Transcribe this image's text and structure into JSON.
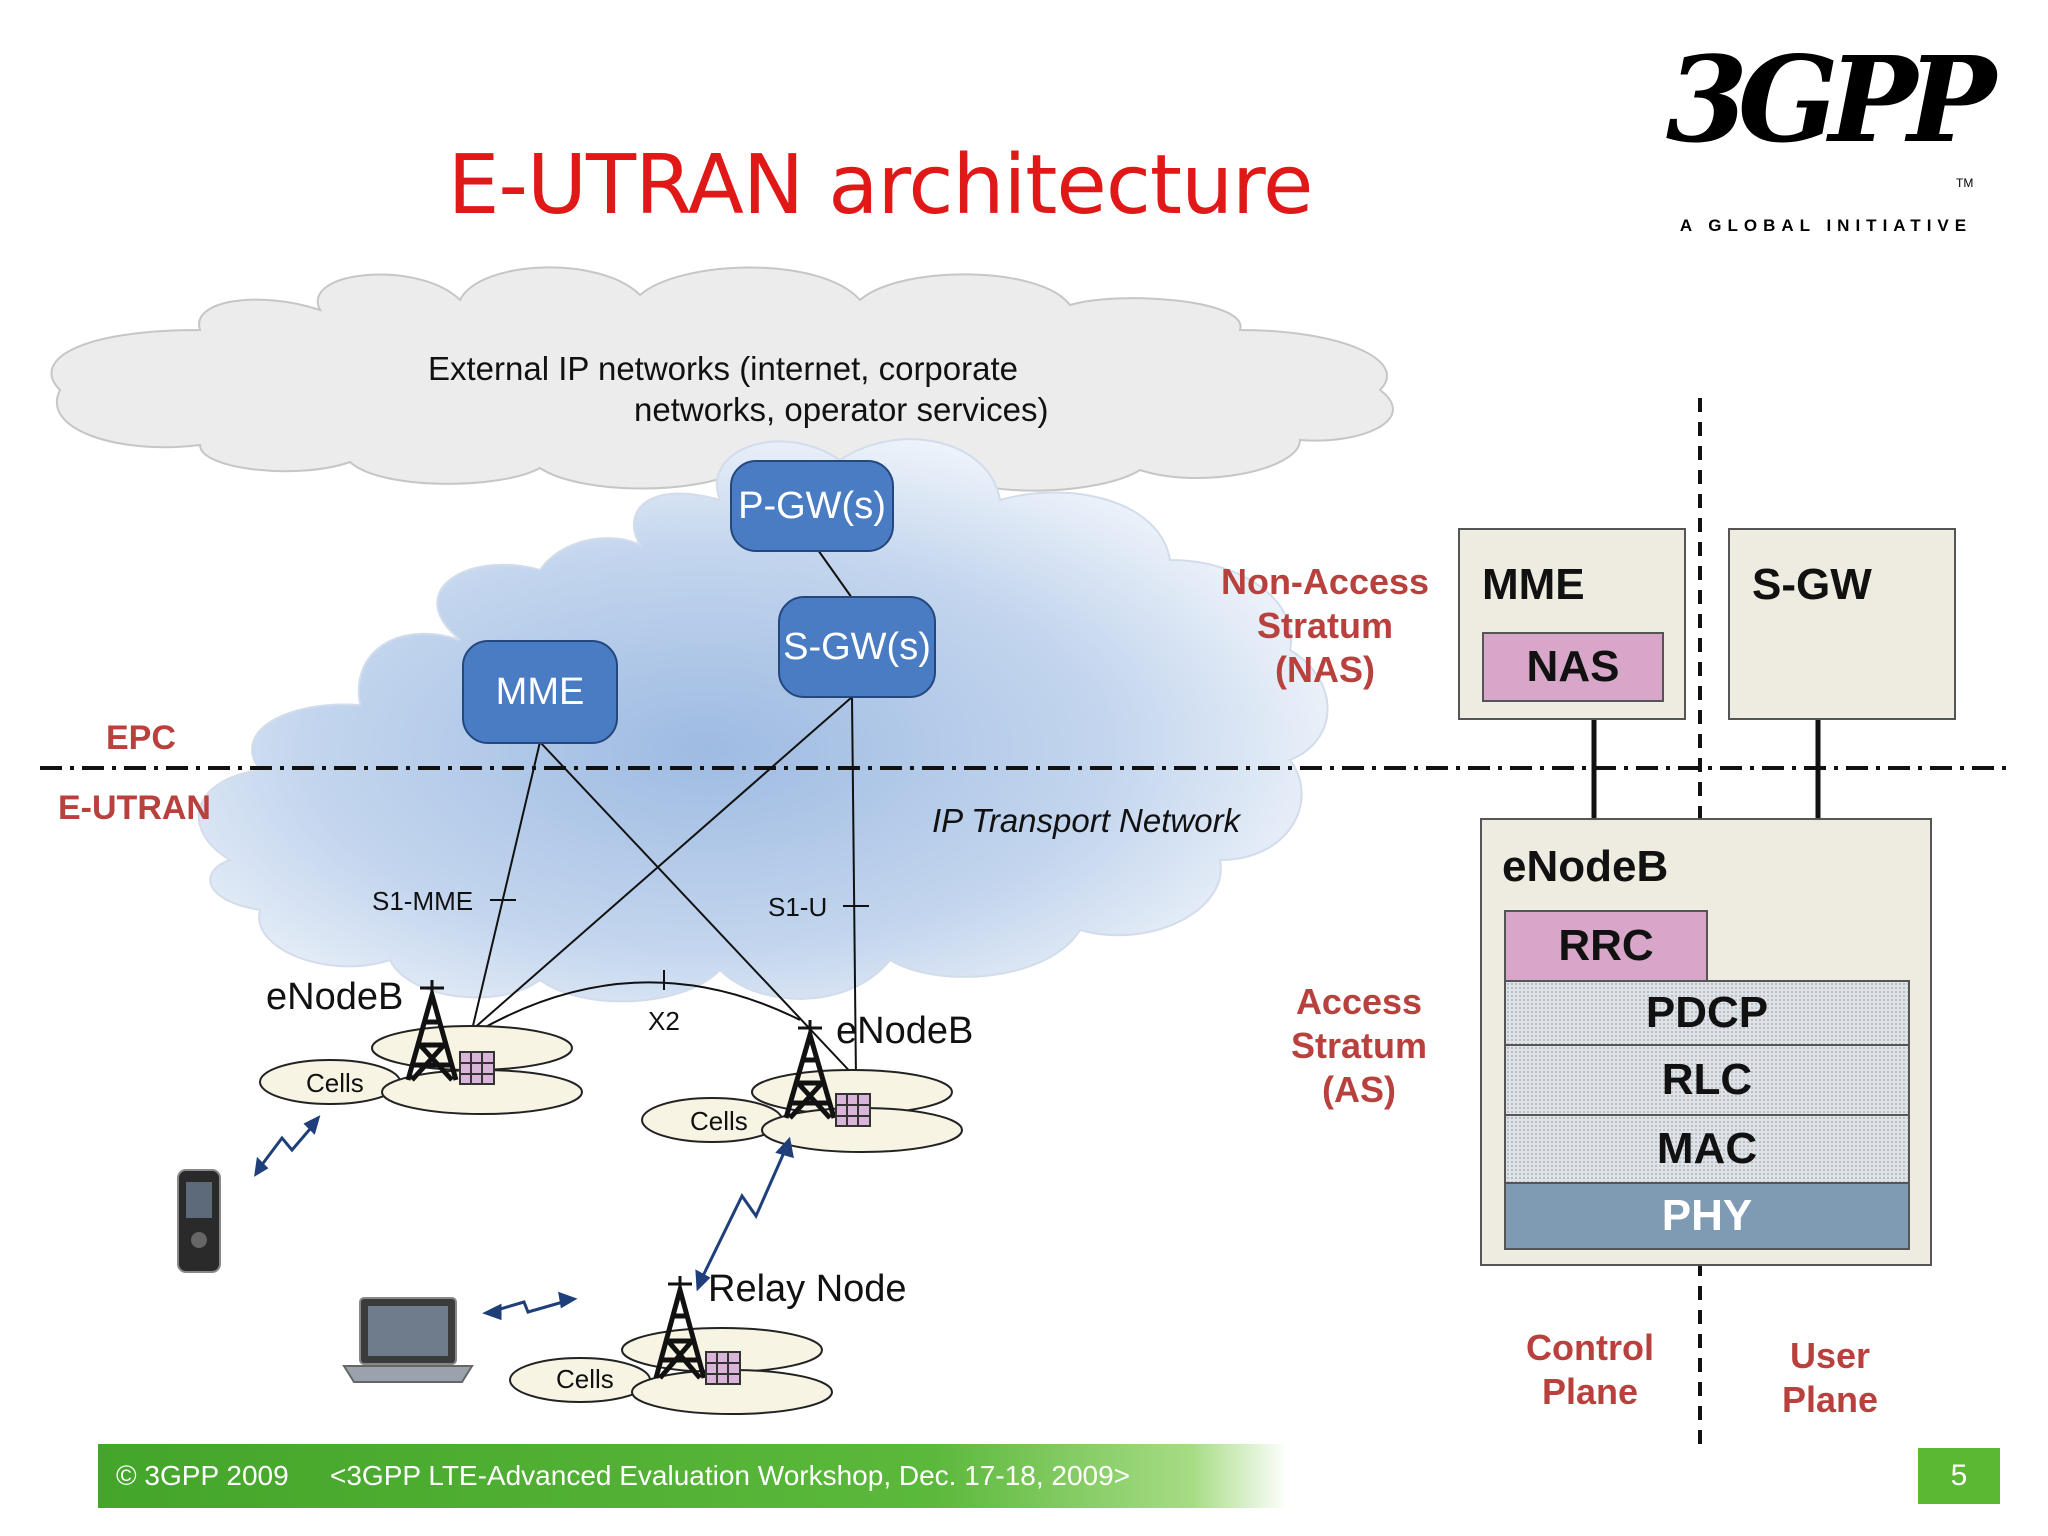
{
  "title": "E-UTRAN architecture",
  "logo": {
    "text": "3GPP",
    "tm": "TM",
    "tagline": "A GLOBAL INITIATIVE"
  },
  "cloud": {
    "line1": "External IP networks (internet, corporate",
    "line2": "networks, operator services)"
  },
  "nodes": {
    "pgw": "P-GW(s)",
    "sgw": "S-GW(s)",
    "mme": "MME"
  },
  "zones": {
    "epc": "EPC",
    "eutran": "E-UTRAN",
    "transport": "IP Transport Network"
  },
  "interfaces": {
    "s1_mme": "S1-MME",
    "s1_u": "S1-U",
    "x2": "X2"
  },
  "cells": {
    "enodeb_left": "eNodeB",
    "enodeb_right": "eNodeB",
    "relay": "Relay Node",
    "cells_label": "Cells"
  },
  "strata": {
    "nas": [
      "Non-Access",
      "Stratum",
      "(NAS)"
    ],
    "as": [
      "Access",
      "Stratum",
      "(AS)"
    ]
  },
  "protocol": {
    "mme": "MME",
    "nas": "NAS",
    "sgw": "S-GW",
    "enodeb": "eNodeB",
    "layers": [
      "RRC",
      "PDCP",
      "RLC",
      "MAC",
      "PHY"
    ],
    "control_plane": [
      "Control",
      "Plane"
    ],
    "user_plane": [
      "User",
      "Plane"
    ]
  },
  "footer": {
    "copyright": "© 3GPP 2009",
    "event": "<3GPP LTE-Advanced Evaluation Workshop, Dec. 17-18, 2009>"
  },
  "page_number": "5",
  "colors": {
    "title": "#e01818",
    "node_fill": "#4a7cc3",
    "stratum_label": "#b8413e",
    "footer_green": "#43a52a"
  }
}
